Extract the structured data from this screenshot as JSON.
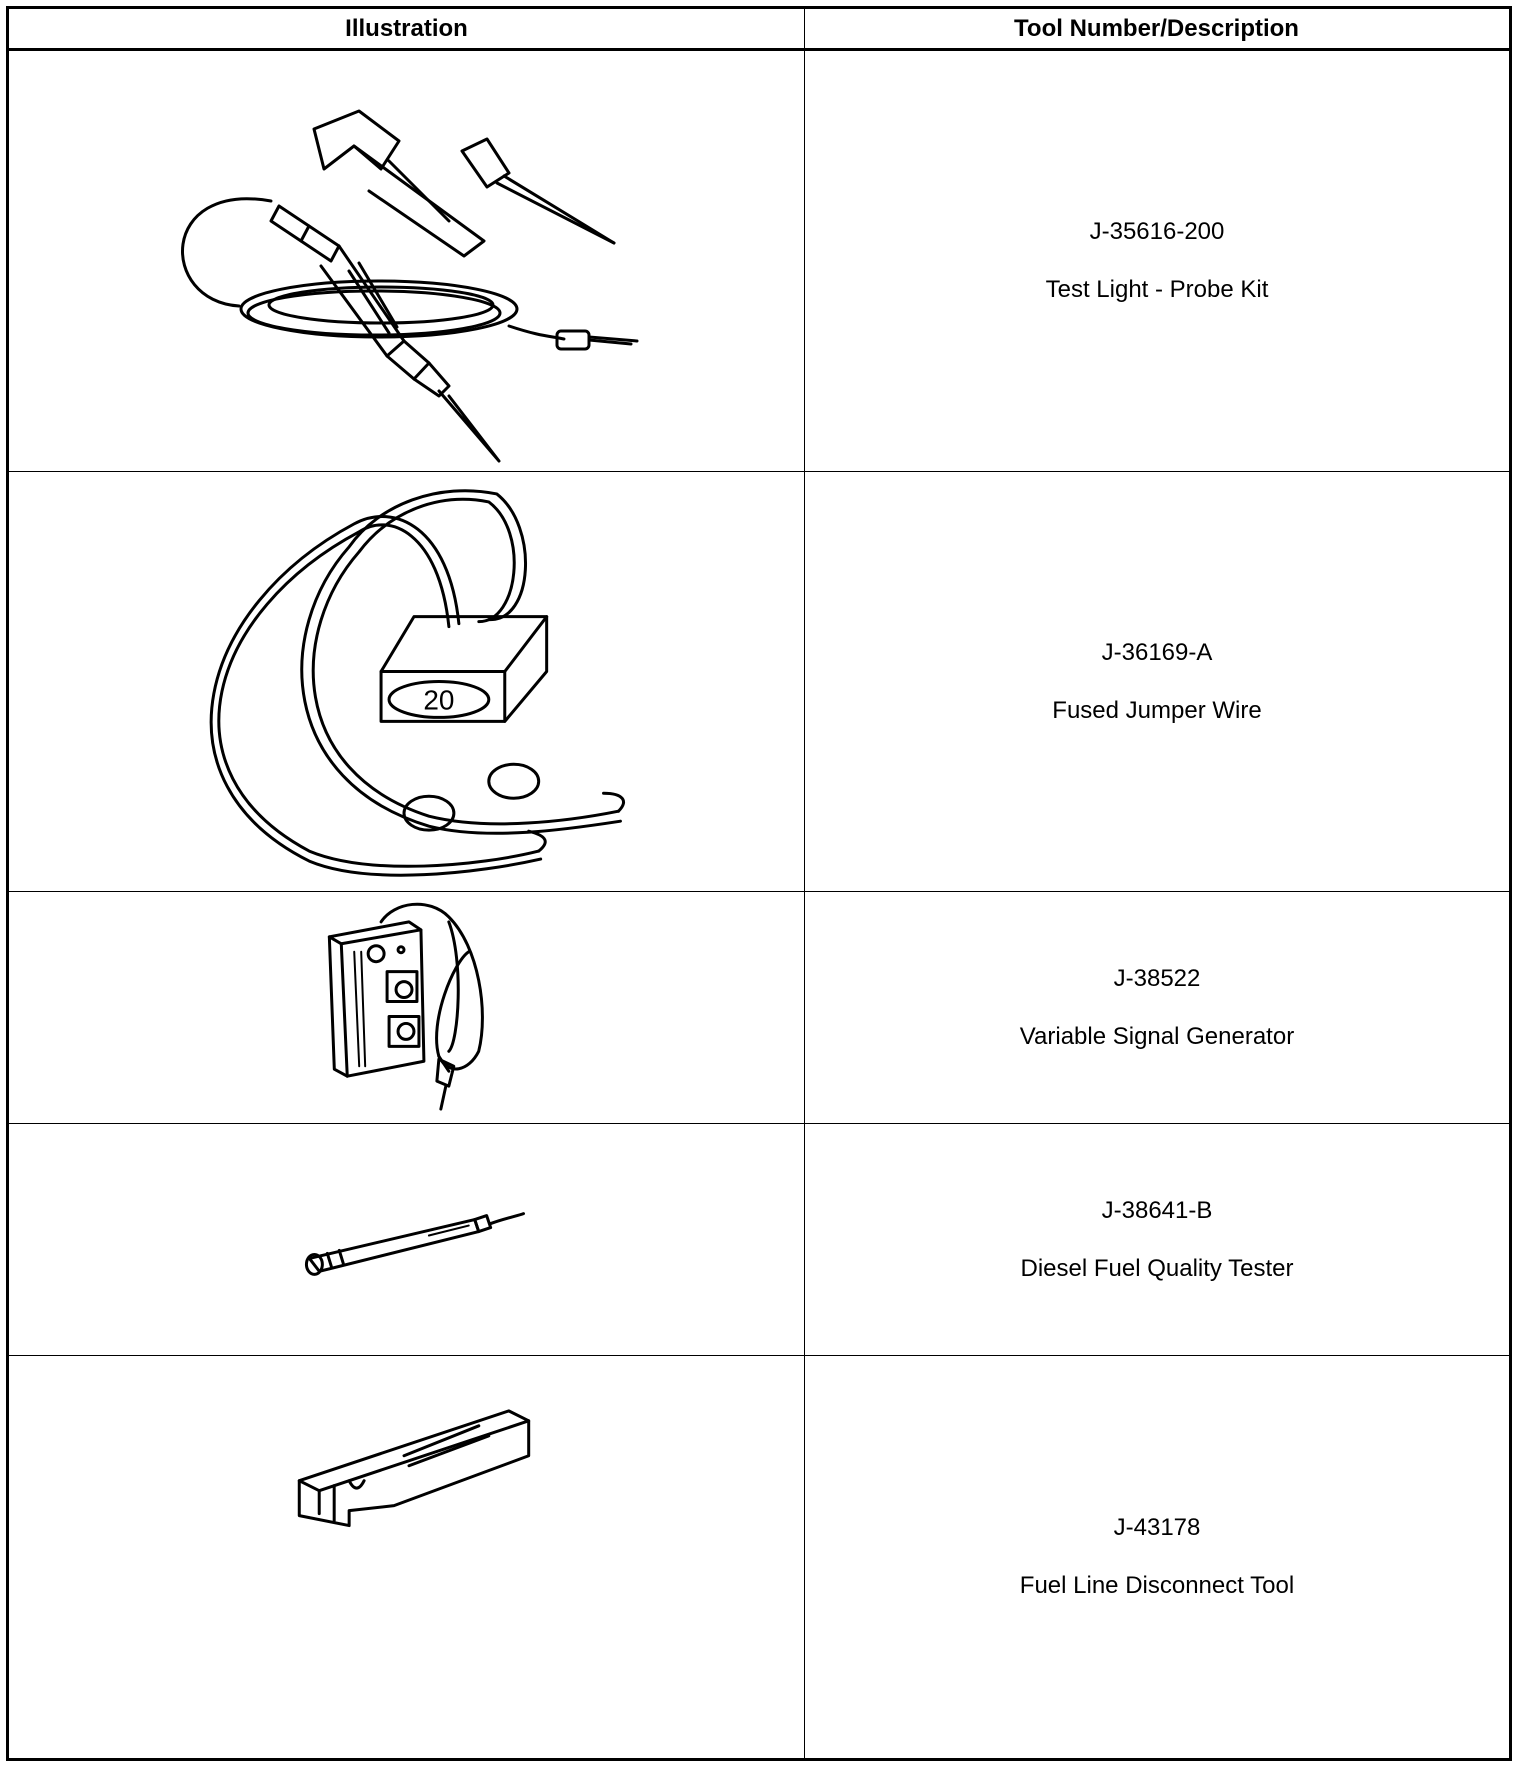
{
  "table": {
    "headers": {
      "illustration": "Illustration",
      "tool": "Tool Number/Description"
    },
    "rows": [
      {
        "tool_number": "J-35616-200",
        "description": "Test Light - Probe Kit",
        "icon": "test-light-probe-kit-icon"
      },
      {
        "tool_number": "J-36169-A",
        "description": "Fused Jumper Wire",
        "icon": "fused-jumper-wire-icon",
        "fuse_label": "20"
      },
      {
        "tool_number": "J-38522",
        "description": "Variable Signal Generator",
        "icon": "variable-signal-generator-icon"
      },
      {
        "tool_number": "J-38641-B",
        "description": "Diesel Fuel Quality Tester",
        "icon": "diesel-fuel-quality-tester-icon"
      },
      {
        "tool_number": "J-43178",
        "description": "Fuel Line Disconnect Tool",
        "icon": "fuel-line-disconnect-tool-icon"
      }
    ]
  }
}
